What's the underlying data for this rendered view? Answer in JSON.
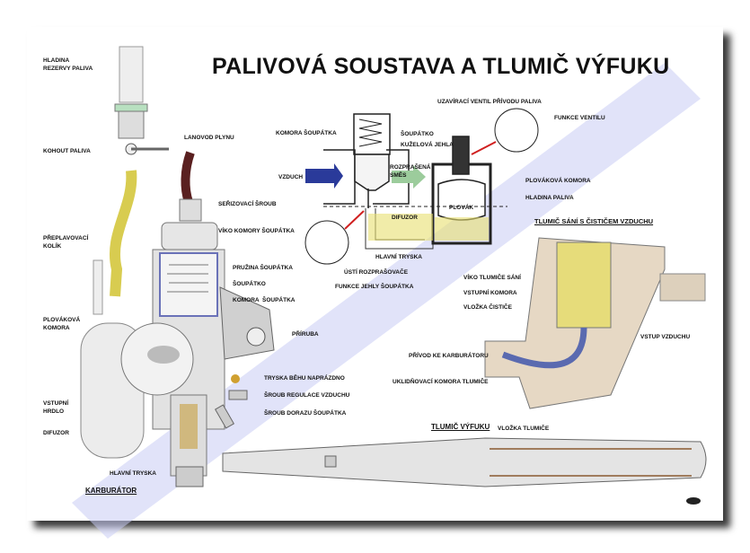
{
  "title": "PALIVOVÁ SOUSTAVA A TLUMIČ VÝFUKU",
  "carburetor": {
    "heading": "KARBURÁTOR",
    "labels": [
      "HLADINA\nREZERVY PALIVA",
      "KOHOUT PALIVA",
      "PŘEPLAVOVACÍ\nKOLÍK",
      "LANOVOD PLYNU",
      "SEŘIZOVACÍ ŠROUB",
      "VÍKO KOMORY ŠOUPÁTKA",
      "PRUŽINA ŠOUPÁTKA",
      "ŠOUPÁTKO",
      "KOMORA  ŠOUPÁTKA",
      "PLOVÁKOVÁ\nKOMORA",
      "PŘÍRUBA",
      "TRYSKA BĚHU NAPRÁZDNO",
      "ŠROUB REGULACE VZDUCHU",
      "ŠROUB DORAZU ŠOUPÁTKA",
      "VSTUPNÍ\nHRDLO",
      "DIFUZOR",
      "HLAVNÍ TRYSKA"
    ]
  },
  "schematic": {
    "labels": [
      "KOMORA ŠOUPÁTKA",
      "ŠOUPÁTKO",
      "KUŽELOVÁ JEHLA",
      "VZDUCH",
      "ROZPRAŠENÁ\nSMĚS",
      "DIFUZOR",
      "HLAVNÍ TRYSKA",
      "ÚSTÍ ROZPRAŠOVAČE",
      "FUNKCE JEHLY ŠOUPÁTKA",
      "UZAVÍRACÍ VENTIL PŘÍVODU PALIVA",
      "FUNKCE VENTILU",
      "PLOVÁKOVÁ KOMORA",
      "HLADINA PALIVA",
      "PLOVÁK"
    ]
  },
  "intake": {
    "heading": "TLUMIČ SÁNÍ S ČISTIČEM VZDUCHU",
    "labels": [
      "VÍKO TLUMIČE SÁNÍ",
      "VSTUPNÍ KOMORA",
      "VLOŽKA ČISTIČE",
      "VSTUP VZDUCHU",
      "PŘÍVOD KE KARBURÁTORU",
      "UKLIDŇOVACÍ KOMORA TLUMIČE"
    ]
  },
  "exhaust": {
    "heading": "TLUMIČ VÝFUKU",
    "labels": [
      "VLOŽKA TLUMIČE"
    ]
  },
  "colors": {
    "fuel": "#e8e070",
    "air": "#2a3a9a",
    "arrow_red": "#d02020",
    "watermark": "#c8ccf4"
  }
}
